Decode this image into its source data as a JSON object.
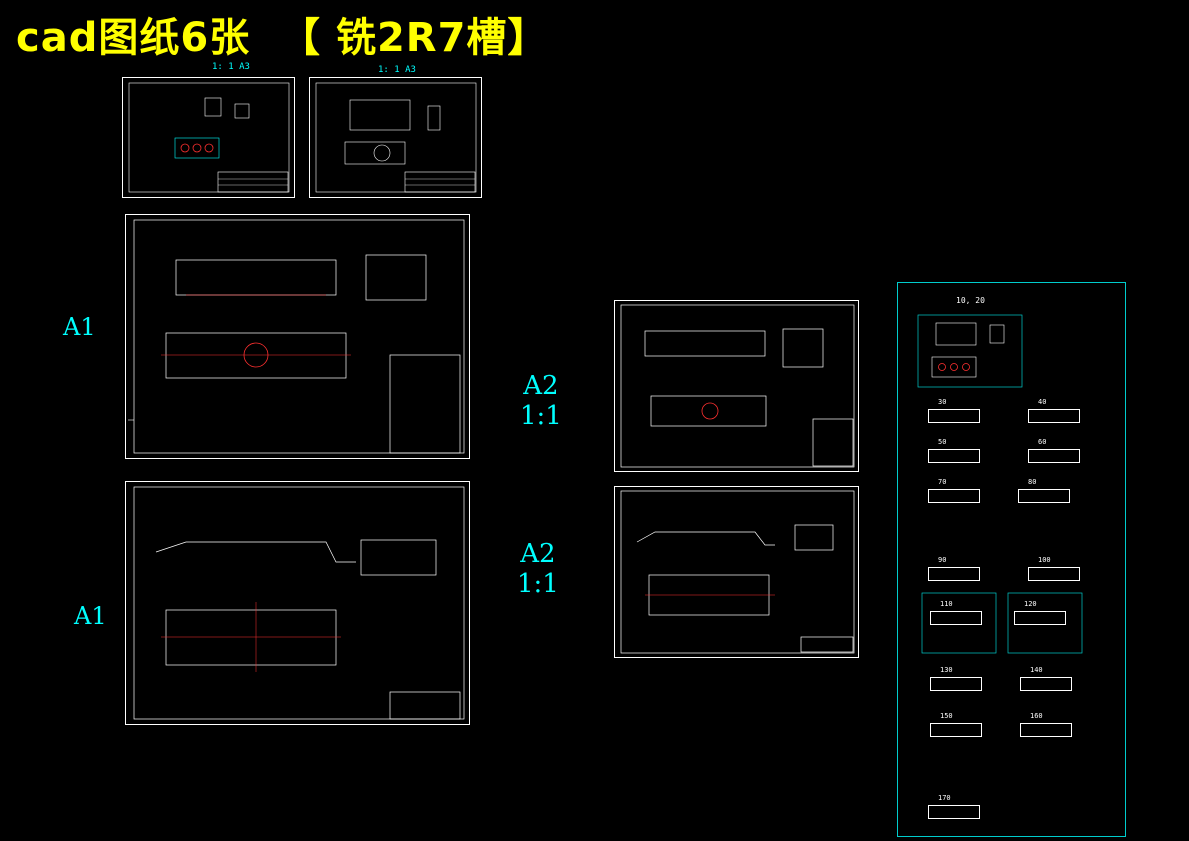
{
  "header": {
    "title": "cad图纸6张  【 铣2R7槽】"
  },
  "sheet_labels": {
    "sheet1_scale": "1: 1 A3",
    "sheet2_scale": "1: 1 A3",
    "left_a1_top": "A1",
    "left_a1_bottom": "A1",
    "mid_a2_top": "A2\n1:1",
    "mid_a2_bottom": "A2\n1:1"
  },
  "process_panel": {
    "top_label": "10, 20",
    "op_labels": [
      "30",
      "40",
      "50",
      "60",
      "70",
      "80",
      "90",
      "100",
      "110",
      "120",
      "130",
      "140",
      "150",
      "160",
      "170"
    ]
  },
  "colors": {
    "background": "#000000",
    "title": "#ffff00",
    "label": "#00ffff",
    "frame": "#ffffff",
    "accent": "#ff0000",
    "green": "#00ff00"
  }
}
